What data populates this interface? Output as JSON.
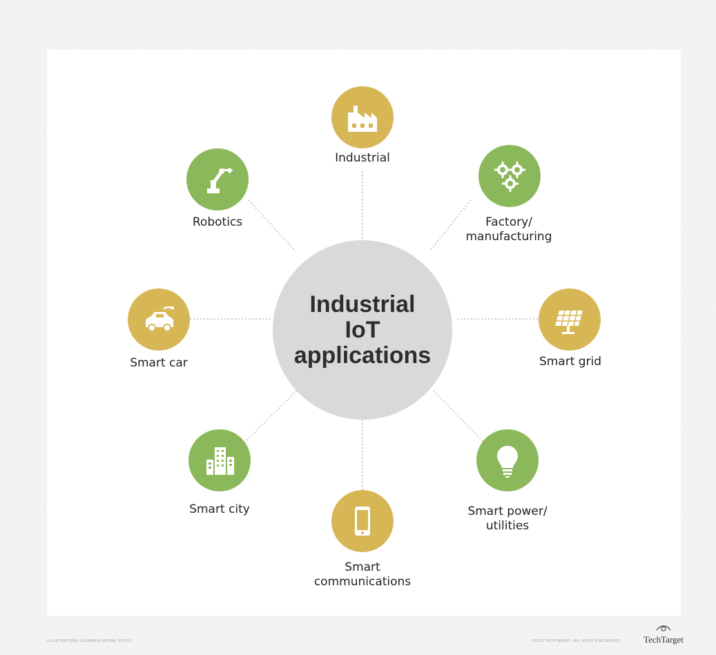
{
  "hub": {
    "lines": [
      "Industrial",
      "IoT",
      "applications"
    ]
  },
  "nodes": [
    {
      "id": "industrial",
      "lines": [
        "Industrial"
      ],
      "color": "#d7b656",
      "icon": "factory-icon"
    },
    {
      "id": "factory-manufacturing",
      "lines": [
        "Factory/",
        "manufacturing"
      ],
      "color": "#8cb85c",
      "icon": "gears-icon"
    },
    {
      "id": "smart-grid",
      "lines": [
        "Smart grid"
      ],
      "color": "#d7b656",
      "icon": "solar-panel-icon"
    },
    {
      "id": "smart-power-utilities",
      "lines": [
        "Smart power/",
        "utilities"
      ],
      "color": "#8cb85c",
      "icon": "light-bulb-icon"
    },
    {
      "id": "smart-communications",
      "lines": [
        "Smart",
        "communications"
      ],
      "color": "#d7b656",
      "icon": "smartphone-icon"
    },
    {
      "id": "smart-city",
      "lines": [
        "Smart city"
      ],
      "color": "#8cb85c",
      "icon": "city-buildings-icon"
    },
    {
      "id": "smart-car",
      "lines": [
        "Smart car"
      ],
      "color": "#d7b656",
      "icon": "electric-car-icon"
    },
    {
      "id": "robotics",
      "lines": [
        "Robotics"
      ],
      "color": "#8cb85c",
      "icon": "robot-arm-icon"
    }
  ],
  "footer": {
    "left_credit": "ILLUSTRATIONS: ELENABSL/ADOBE STOCK",
    "right_credit": "©2022 TECHTARGET. ALL RIGHTS RESERVED",
    "brand": "TechTarget"
  }
}
